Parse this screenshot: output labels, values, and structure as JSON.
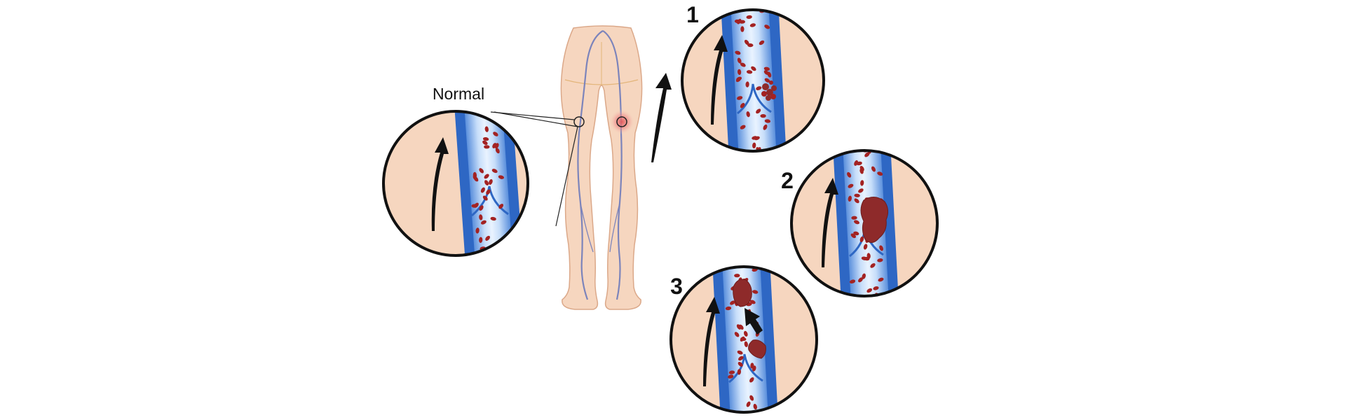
{
  "labels": {
    "normal": "Normal",
    "step1": "1",
    "step2": "2",
    "step3": "3"
  },
  "colors": {
    "skin": "#f6d6bf",
    "skin_outline": "#dba889",
    "vein_outer": "#2e67c4",
    "vein_inner": "#9ec7ef",
    "vein_line": "#7c84bb",
    "blood_cell": "#a32222",
    "clot": "#8e2a2a",
    "arrow": "#111111",
    "inflammation": "#e3585a"
  },
  "icons": {
    "flow_arrow": "curved-up-arrow-icon",
    "embolus_arrow": "straight-up-arrow-icon"
  }
}
